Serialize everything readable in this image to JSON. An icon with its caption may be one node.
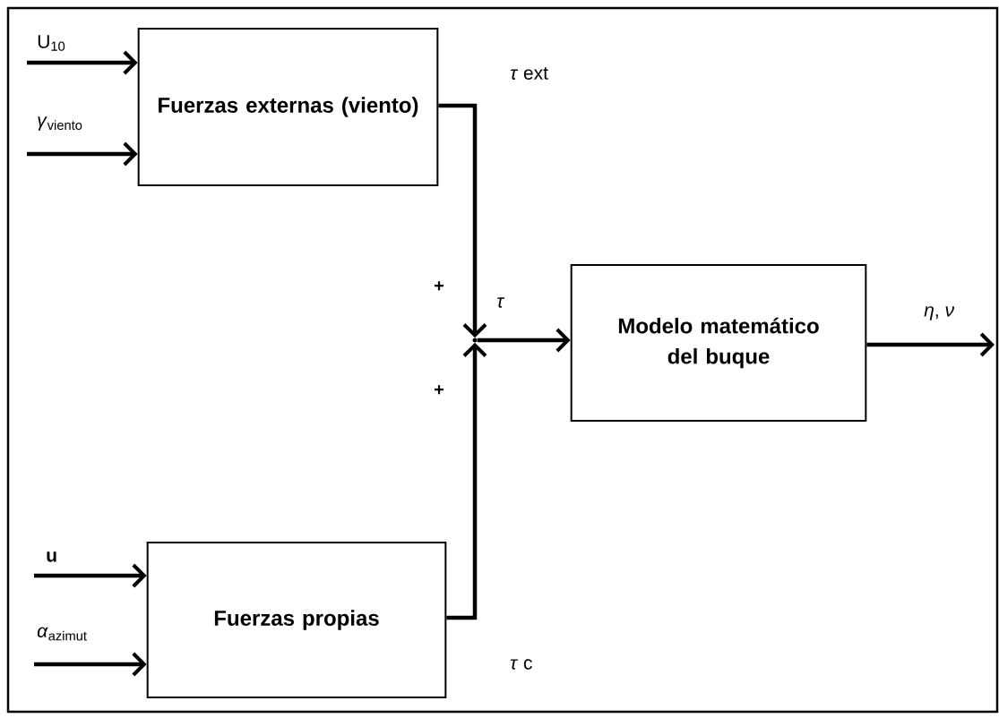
{
  "diagram": {
    "nodes": [
      {
        "text": [
          "Fuerzas externas (viento)"
        ]
      },
      {
        "text": [
          "Fuerzas propias"
        ]
      },
      {
        "text": [
          "Modelo matemático del buque"
        ]
      },
      {
        "text": [],
        "shape": "point"
      }
    ],
    "edges": [
      {
        "from": null,
        "to": 0,
        "arrow": "to",
        "label": "U$_{10}$"
      },
      {
        "from": null,
        "to": 0,
        "arrow": "to",
        "label": "*γ*$_{viento}$"
      },
      {
        "from": null,
        "to": 1,
        "arrow": "to",
        "label": "**u**"
      },
      {
        "from": null,
        "to": 1,
        "arrow": "to",
        "label": "*α*$_{azimut}$"
      },
      {
        "from": 0,
        "to": 3,
        "arrow": "to",
        "label": "*τ* ext"
      },
      {
        "from": 1,
        "to": 3,
        "arrow": "to",
        "label": "*τ* c"
      },
      {
        "from": 3,
        "to": 2,
        "arrow": "to",
        "label": "*τ*"
      },
      {
        "from": 2,
        "to": null,
        "arrow": "to",
        "label": "*η*,  *ν*"
      }
    ],
    "labels": [
      "+",
      "+"
    ]
  }
}
